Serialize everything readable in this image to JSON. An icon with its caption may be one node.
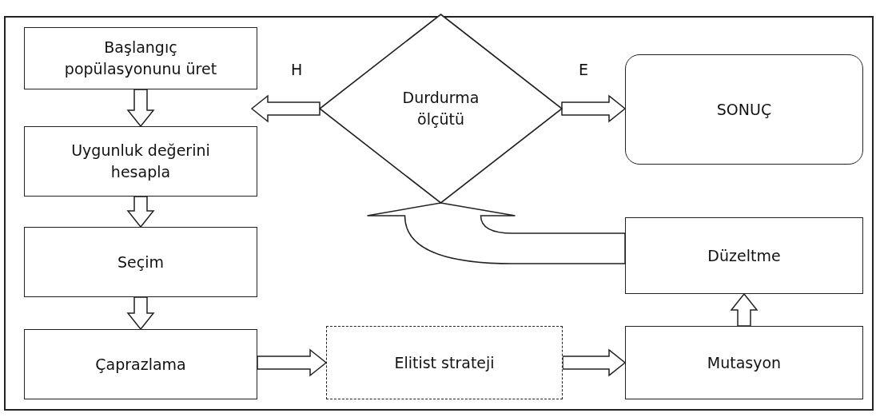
{
  "diagram": {
    "nodes": [
      {
        "text": [
          "Başlangıç popülasyonunu üret"
        ]
      },
      {
        "text": [
          "Uygunluk değerini hesapla"
        ]
      },
      {
        "text": [
          "Seçim"
        ]
      },
      {
        "text": [
          "Çaprazlama"
        ]
      },
      {
        "text": [
          "Durdurma ölçütü"
        ]
      },
      {
        "text": [
          "SONUÇ"
        ]
      },
      {
        "text": [
          "Düzeltme"
        ]
      },
      {
        "text": [
          "Elitist strateji"
        ]
      },
      {
        "text": [
          "Mutasyon"
        ]
      }
    ],
    "edges": [
      {
        "from": 0,
        "to": 1,
        "arrow": "to"
      },
      {
        "from": 1,
        "to": 2,
        "arrow": "to"
      },
      {
        "from": 2,
        "to": 3,
        "arrow": "to"
      },
      {
        "from": 3,
        "to": 7,
        "arrow": "to"
      },
      {
        "from": 7,
        "to": 8,
        "arrow": "to"
      },
      {
        "from": 8,
        "to": 6,
        "arrow": "to"
      },
      {
        "from": 6,
        "to": 4,
        "arrow": "to"
      },
      {
        "from": 4,
        "to": 1,
        "arrow": "to",
        "label": "H"
      },
      {
        "from": 4,
        "to": 5,
        "arrow": "to",
        "label": "E"
      }
    ]
  }
}
